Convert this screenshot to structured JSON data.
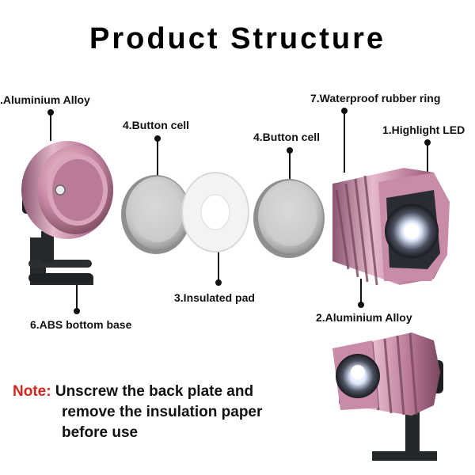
{
  "title": "Product Structure",
  "labels": {
    "aluminium_alloy_back": ".Aluminium Alloy",
    "button_cell_1": "4.Button cell",
    "button_cell_2": "4.Button cell",
    "waterproof_ring": "7.Waterproof rubber ring",
    "highlight_led": "1.Highlight LED",
    "insulated_pad": "3.Insulated pad",
    "abs_base": "6.ABS bottom base",
    "aluminium_alloy_front": "2.Aluminium Alloy"
  },
  "note": {
    "keyword": "Note:",
    "line1": "Unscrew the back plate and",
    "line2": "remove the insulation paper",
    "line3": "before use"
  },
  "colors": {
    "accent_red": "#d3261f",
    "housing_pink": "#c98aa6",
    "battery_silver": "#c9c9c9"
  }
}
